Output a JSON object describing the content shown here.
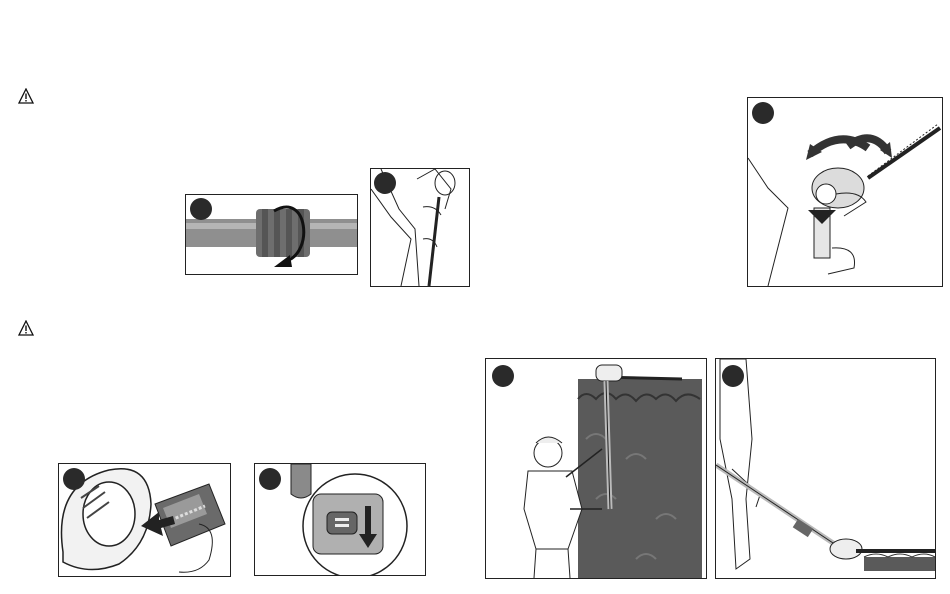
{
  "warnings": [
    {
      "icon": "warning-triangle-icon"
    },
    {
      "icon": "warning-triangle-icon"
    }
  ],
  "figures": [
    {
      "id": "collar-twist",
      "badge_color": "#2a2a2a"
    },
    {
      "id": "two-hand-grip",
      "badge_color": "#2a2a2a"
    },
    {
      "id": "head-angle-adjust",
      "badge_color": "#2a2a2a"
    },
    {
      "id": "battery-insert",
      "badge_color": "#2a2a2a"
    },
    {
      "id": "battery-release",
      "badge_color": "#2a2a2a"
    },
    {
      "id": "hedge-top-trim",
      "badge_color": "#2a2a2a"
    },
    {
      "id": "hedge-low-trim",
      "badge_color": "#2a2a2a"
    }
  ],
  "colors": {
    "hedge": "#5a5a5a",
    "pole": "#9a9a9a",
    "line": "#222222"
  }
}
